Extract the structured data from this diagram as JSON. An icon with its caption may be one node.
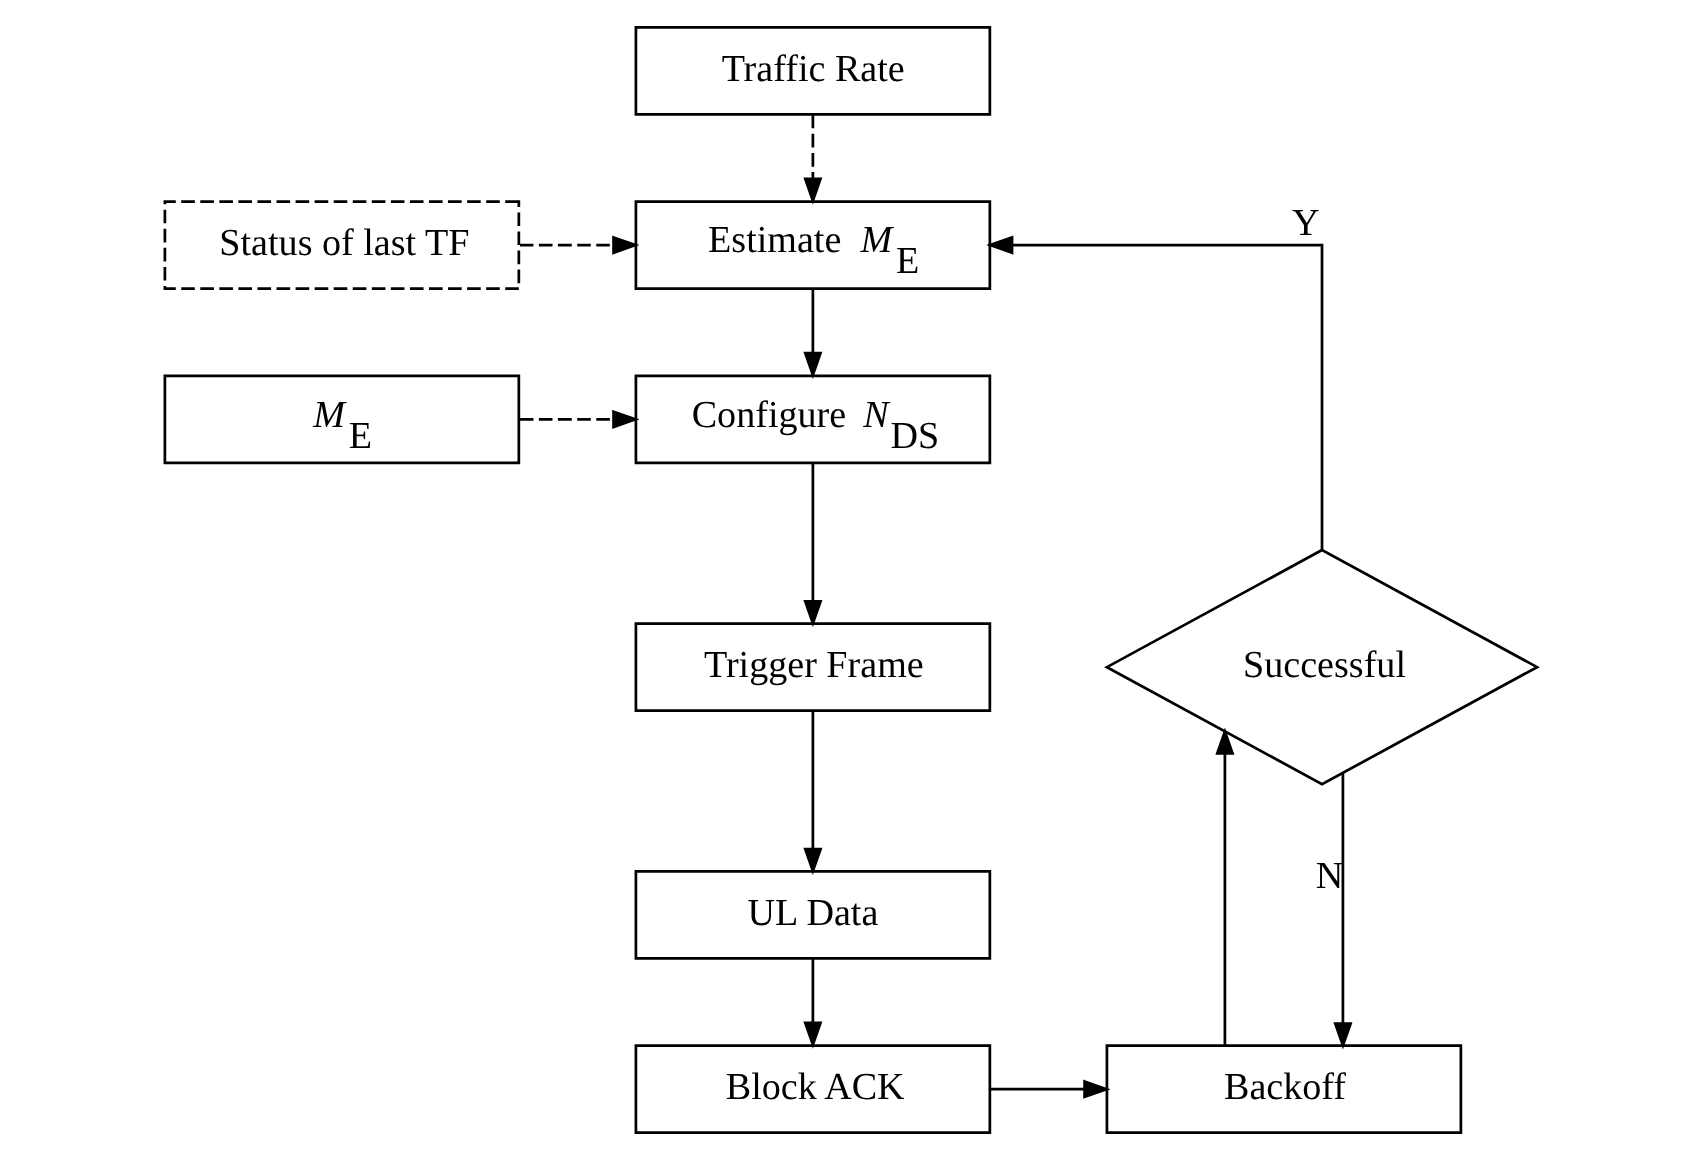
{
  "diagram": {
    "nodes": [
      {
        "text": [
          "Traffic Rate"
        ]
      },
      {
        "text": [
          "Status of last TF"
        ]
      },
      {
        "text": [
          "Estimate *M*$_{E}$"
        ]
      },
      {
        "text": [
          "*M*$_{E}$"
        ]
      },
      {
        "text": [
          "Configure *N*$_{DS}$"
        ]
      },
      {
        "text": [
          "Trigger Frame"
        ]
      },
      {
        "text": [
          "UL Data"
        ]
      },
      {
        "text": [
          "Block ACK"
        ]
      },
      {
        "text": [
          "Backoff"
        ]
      },
      {
        "text": [
          "Successful"
        ]
      }
    ],
    "edges": [
      {
        "from": 0,
        "to": 2,
        "arrow": "to",
        "style": "dashed"
      },
      {
        "from": 1,
        "to": 2,
        "arrow": "to",
        "style": "dashed"
      },
      {
        "from": 2,
        "to": 4,
        "arrow": "to"
      },
      {
        "from": 3,
        "to": 4,
        "arrow": "to",
        "style": "dashed"
      },
      {
        "from": 4,
        "to": 5,
        "arrow": "to"
      },
      {
        "from": 5,
        "to": 6,
        "arrow": "to"
      },
      {
        "from": 6,
        "to": 7,
        "arrow": "to"
      },
      {
        "from": 7,
        "to": 8,
        "arrow": "to"
      },
      {
        "from": 8,
        "to": 9,
        "arrow": "to"
      },
      {
        "from": 9,
        "to": 2,
        "arrow": "to",
        "label": "Y"
      },
      {
        "from": 9,
        "to": 8,
        "arrow": "to",
        "label": "N"
      }
    ]
  }
}
